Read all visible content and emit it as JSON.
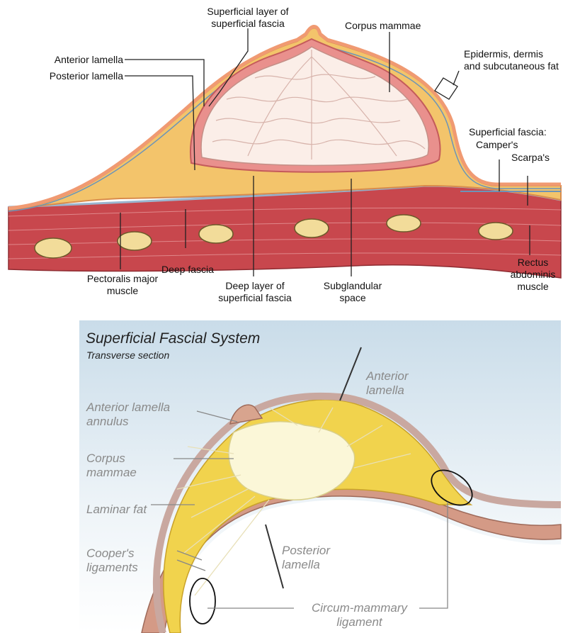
{
  "top_panel": {
    "labels": {
      "superficial_layer": "Superficial layer of superficial fascia",
      "corpus_mammae": "Corpus mammae",
      "anterior_lamella": "Anterior lamella",
      "posterior_lamella": "Posterior lamella",
      "epidermis": "Epidermis, dermis and subcutaneous fat",
      "superficial_fascia": "Superficial  fascia:",
      "campers": "Camper's",
      "scarpas": "Scarpa's",
      "deep_fascia": "Deep fascia",
      "pectoralis": "Pectoralis major muscle",
      "deep_layer": "Deep layer of superficial fascia",
      "subglandular": "Subglandular space",
      "rectus": "Rectus abdominis muscle"
    }
  },
  "bottom_panel": {
    "title": "Superficial Fascial System",
    "subtitle": "Transverse section",
    "labels": {
      "anterior_lamella": "Anterior lamella",
      "anterior_lamella_annulus": "Anterior lamella annulus",
      "corpus_mammae": "Corpus mammae",
      "laminar_fat": "Laminar fat",
      "coopers": "Cooper's ligaments",
      "posterior_lamella": "Posterior lamella",
      "circum_mammary": "Circum-mammary ligament"
    }
  }
}
